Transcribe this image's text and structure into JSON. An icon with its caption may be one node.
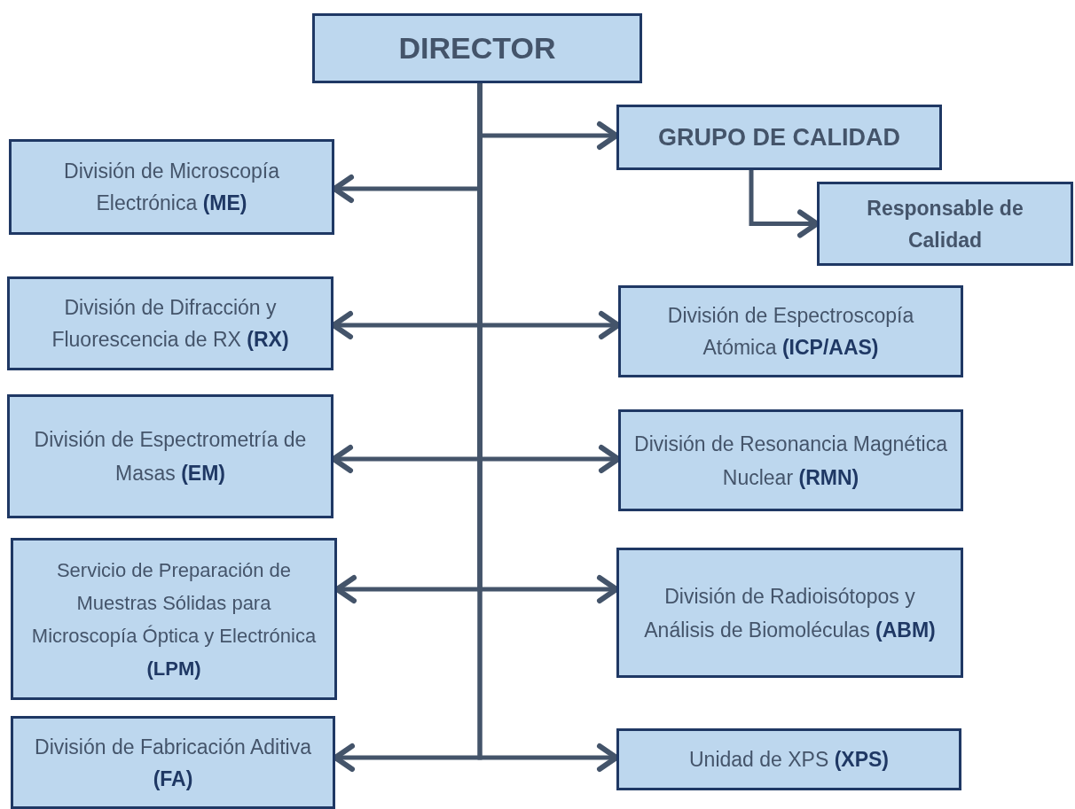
{
  "diagram": {
    "nodes": [
      {
        "text": [
          "DIRECTOR"
        ]
      },
      {
        "text": [
          "GRUPO DE CALIDAD"
        ]
      },
      {
        "text": [
          "Responsable de Calidad"
        ]
      },
      {
        "text": [
          "División de Microscopía Electrónica **(ME)**"
        ]
      },
      {
        "text": [
          "División de Difracción y Fluorescencia de RX **(RX)**"
        ]
      },
      {
        "text": [
          "División de Espectroscopía Atómica **(ICP/AAS)**"
        ]
      },
      {
        "text": [
          "División de Espectrometría de Masas **(EM)**"
        ]
      },
      {
        "text": [
          "División de Resonancia Magnética Nuclear **(RMN)**"
        ]
      },
      {
        "text": [
          "Servicio de Preparación de Muestras Sólidas para Microscopía Óptica y Electrónica **(LPM)**"
        ]
      },
      {
        "text": [
          "División de Radioisótopos y Análisis de Biomoléculas **(ABM)**"
        ]
      },
      {
        "text": [
          "División de Fabricación Aditiva **(FA)**"
        ]
      },
      {
        "text": [
          "Unidad de XPS **(XPS)**"
        ]
      }
    ],
    "edges": [
      {
        "from": 0,
        "to": 1,
        "arrow": "to"
      },
      {
        "from": 1,
        "to": 2,
        "arrow": "to"
      },
      {
        "from": 0,
        "to": 3,
        "arrow": "to"
      },
      {
        "from": 0,
        "to": 4,
        "arrow": "to"
      },
      {
        "from": 0,
        "to": 5,
        "arrow": "to"
      },
      {
        "from": 0,
        "to": 6,
        "arrow": "to"
      },
      {
        "from": 0,
        "to": 7,
        "arrow": "to"
      },
      {
        "from": 0,
        "to": 8,
        "arrow": "to"
      },
      {
        "from": 0,
        "to": 9,
        "arrow": "to"
      },
      {
        "from": 0,
        "to": 10,
        "arrow": "to"
      },
      {
        "from": 0,
        "to": 11,
        "arrow": "to"
      }
    ]
  }
}
